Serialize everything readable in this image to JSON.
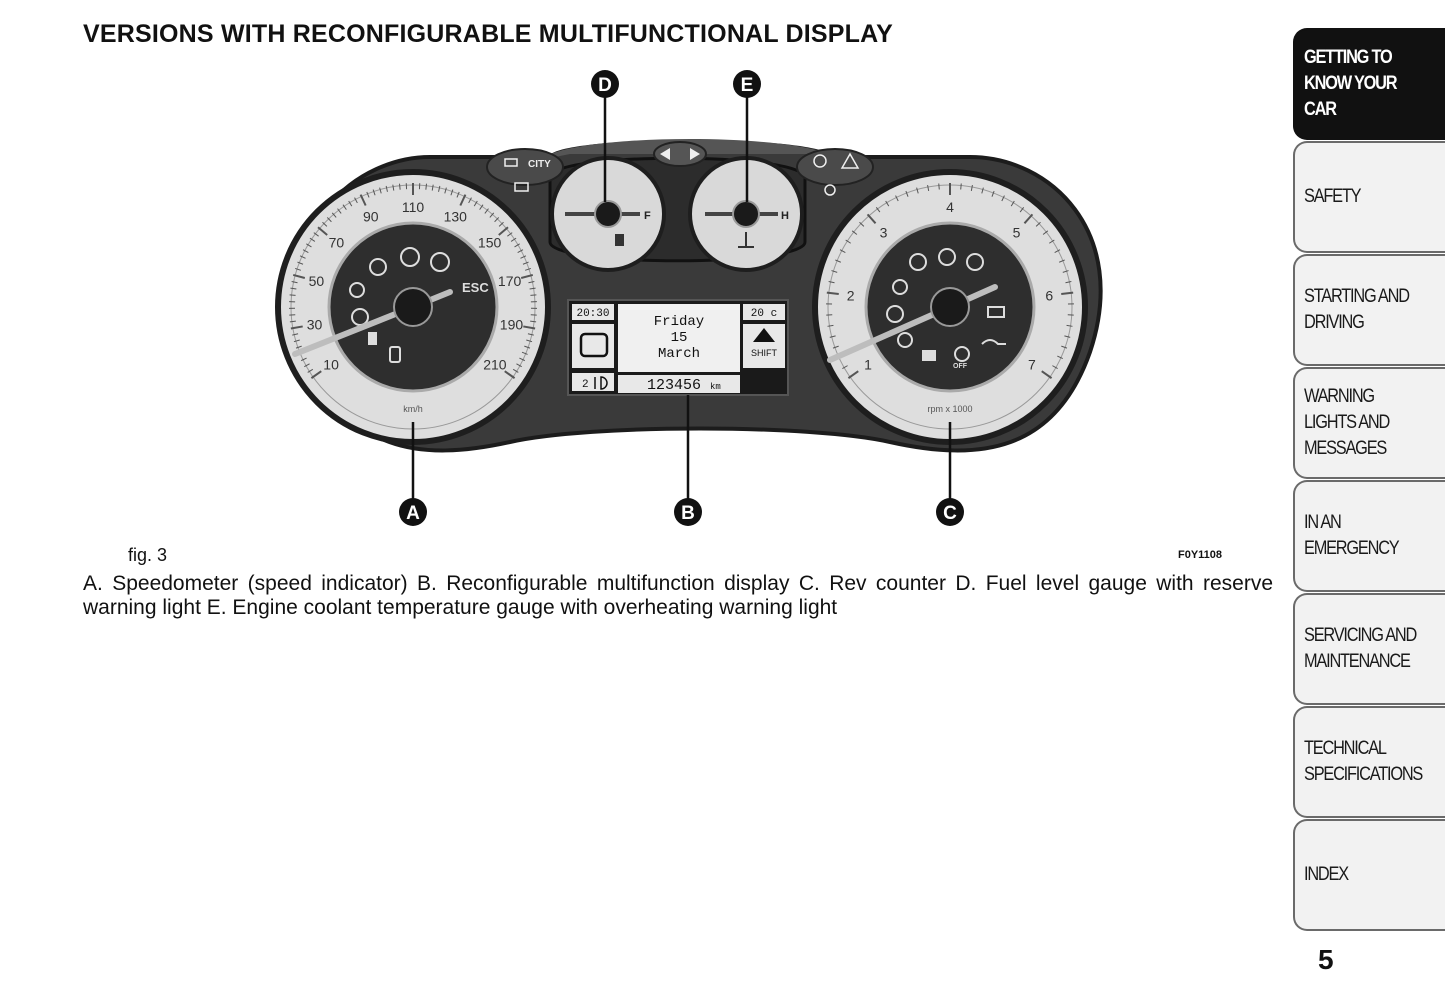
{
  "heading": "VERSIONS WITH RECONFIGURABLE MULTIFUNCTIONAL DISPLAY",
  "figure": {
    "callouts": [
      "A",
      "B",
      "C",
      "D",
      "E"
    ],
    "speedometer": {
      "ticks": [
        "10",
        "30",
        "50",
        "70",
        "90",
        "110",
        "130",
        "150",
        "170",
        "190",
        "210"
      ],
      "unit": "km/h",
      "esc_label": "ESC"
    },
    "tachometer": {
      "ticks": [
        "1",
        "2",
        "3",
        "4",
        "5",
        "6",
        "7"
      ],
      "unit": "rpm x 1000",
      "off_label": "OFF"
    },
    "fuel_gauge": {
      "full_mark": "F"
    },
    "temp_gauge": {
      "high_mark": "H"
    },
    "city_label": "CITY",
    "display": {
      "time": "20:30",
      "outside_temp": "20 c",
      "day": "Friday",
      "date": "15",
      "month": "March",
      "shift_label": "SHIFT",
      "light_level": "2",
      "odometer": "123456",
      "odometer_unit": "km"
    },
    "label": "fig. 3",
    "code": "F0Y1108"
  },
  "caption": "A. Speedometer (speed indicator) B. Reconfigurable multifunction display C. Rev counter D. Fuel level gauge with reserve warning light E. Engine coolant temperature gauge with overheating warning light",
  "sidebar": {
    "tabs": [
      {
        "label": "GETTING TO KNOW YOUR CAR",
        "active": true
      },
      {
        "label": "SAFETY",
        "active": false
      },
      {
        "label": "STARTING AND DRIVING",
        "active": false
      },
      {
        "label": "WARNING LIGHTS AND MESSAGES",
        "active": false
      },
      {
        "label": "IN AN EMERGENCY",
        "active": false
      },
      {
        "label": "SERVICING AND MAINTENANCE",
        "active": false
      },
      {
        "label": "TECHNICAL SPECIFICATIONS",
        "active": false
      },
      {
        "label": "INDEX",
        "active": false
      }
    ]
  },
  "page_number": "5",
  "colors": {
    "panel": "#3a3a3a",
    "dial_face": "#d6d6d6",
    "inner_dial": "#2e2e2e",
    "tab_active": "#111111"
  }
}
